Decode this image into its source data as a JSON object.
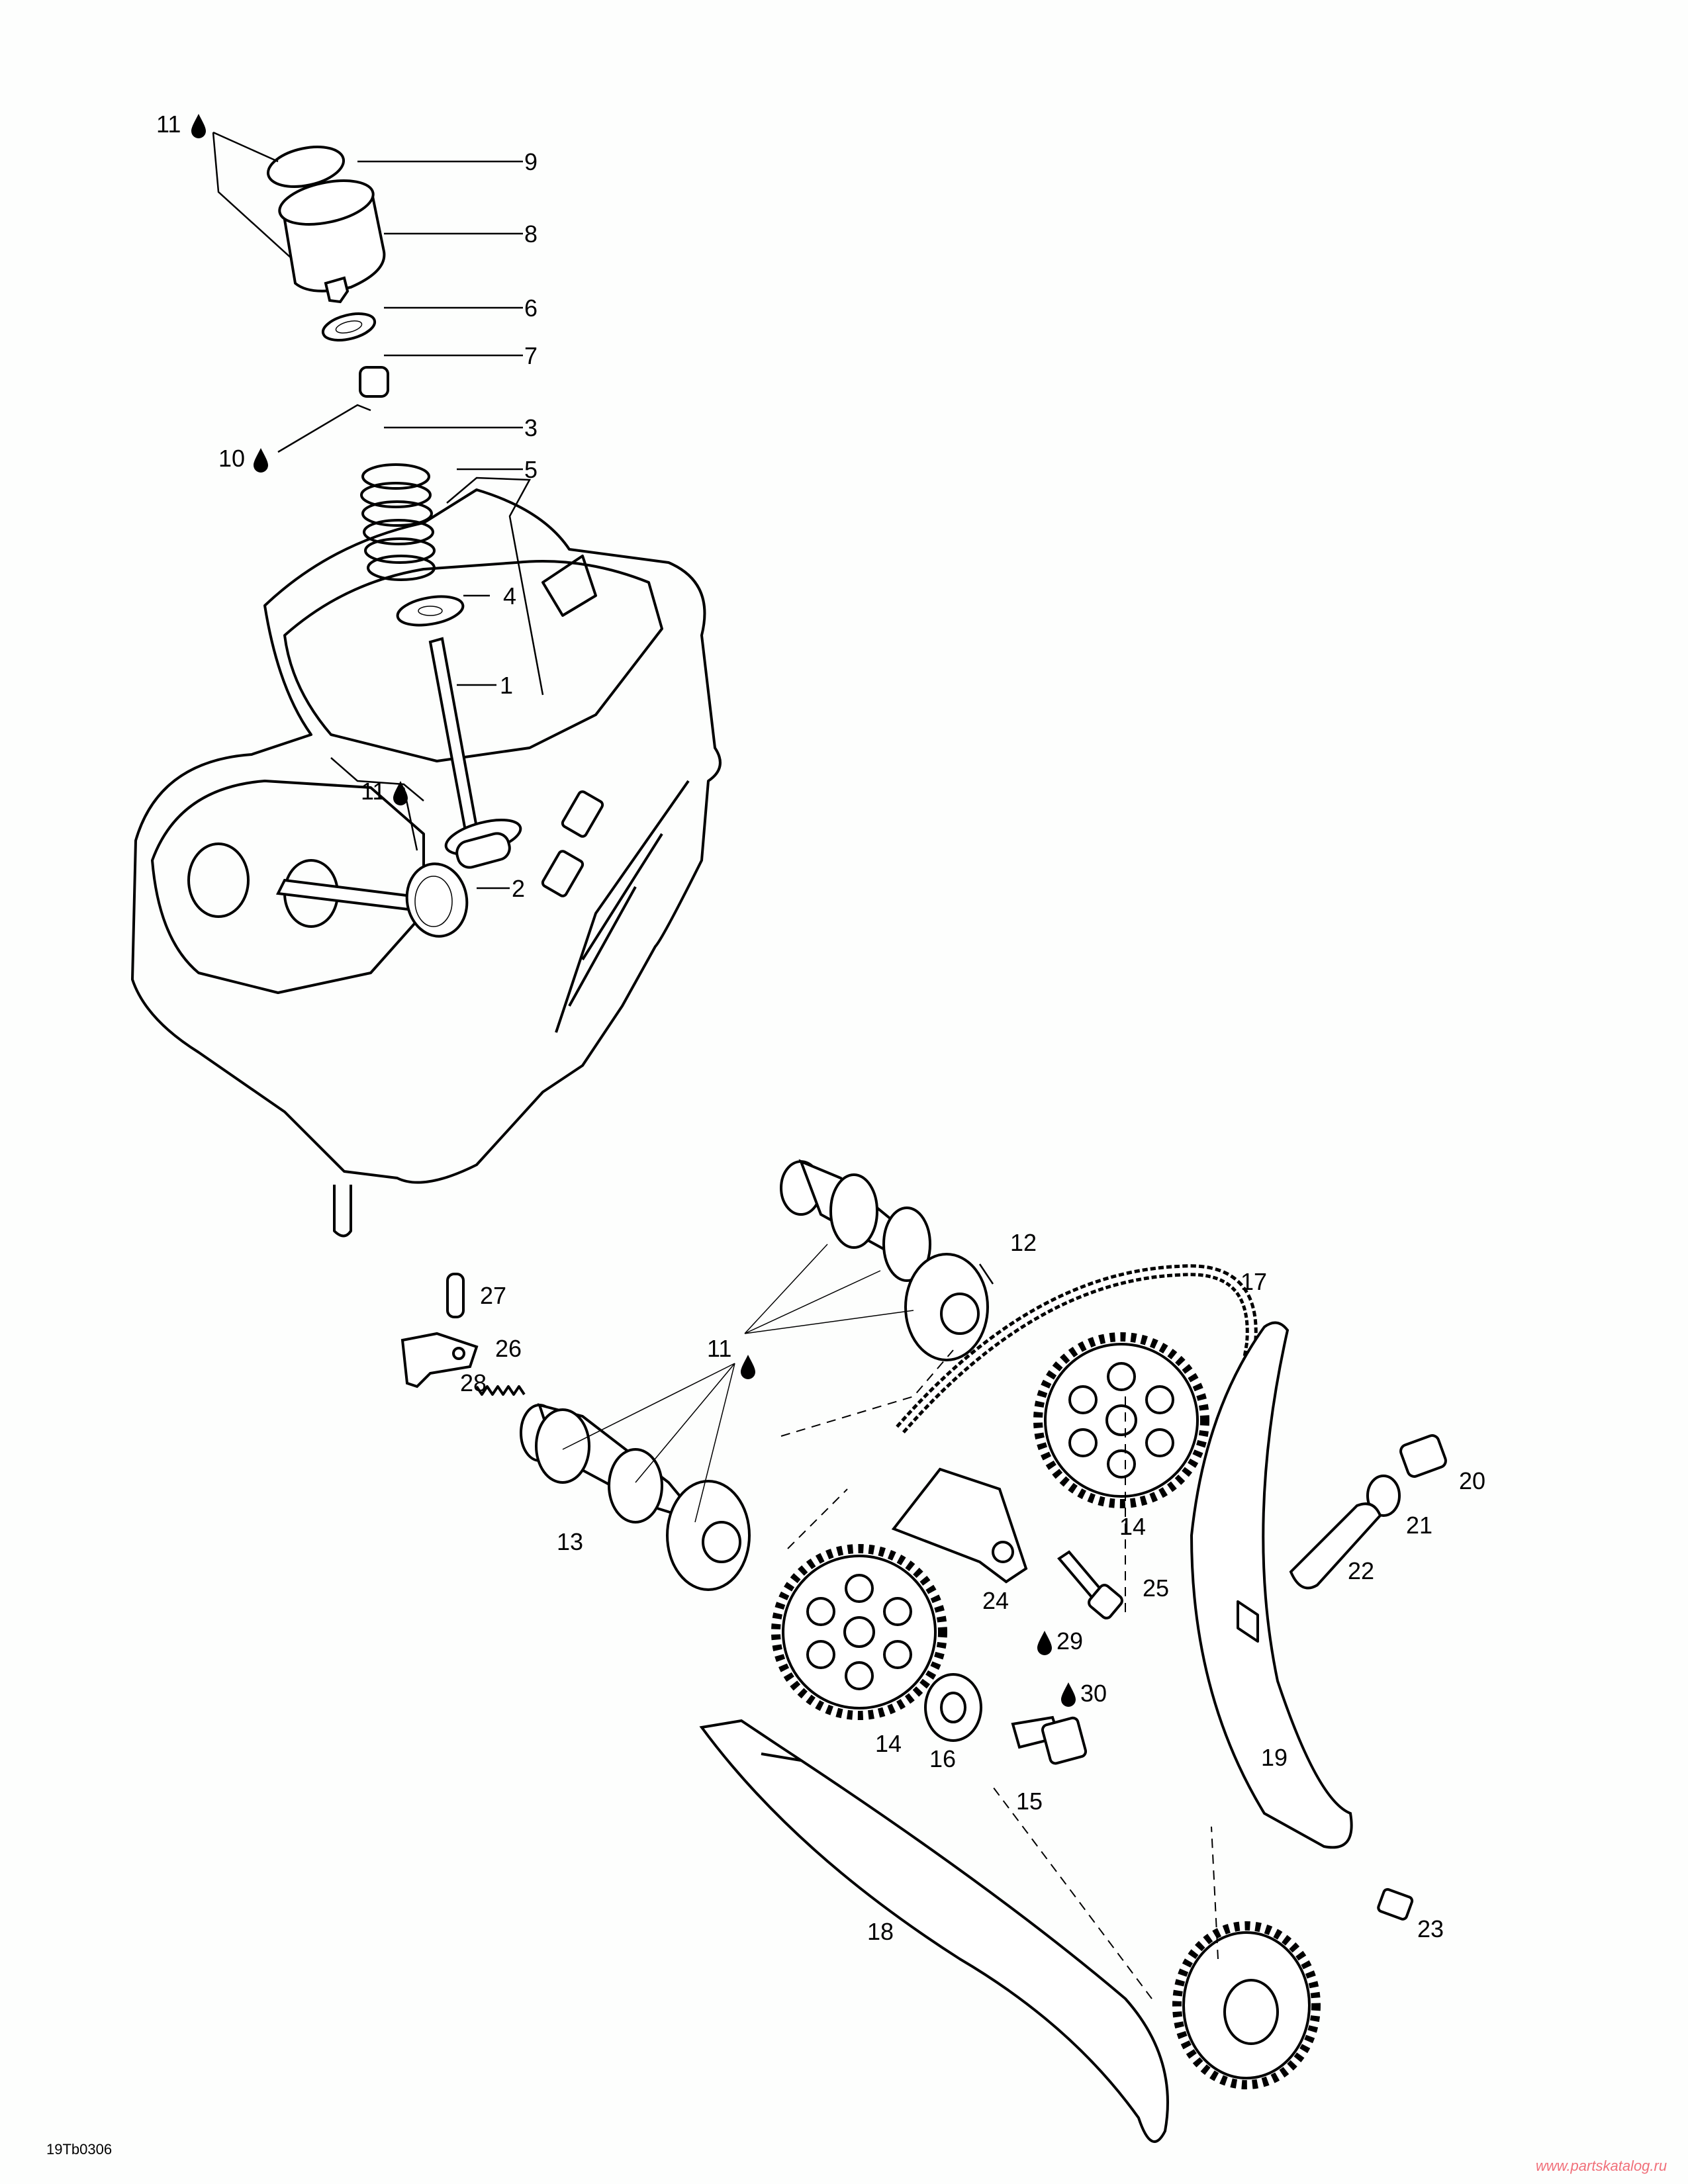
{
  "diagram": {
    "callouts": {
      "c1": "1",
      "c2": "2",
      "c3": "3",
      "c4": "4",
      "c5": "5",
      "c6": "6",
      "c7": "7",
      "c8": "8",
      "c9": "9",
      "c10": "10",
      "c11a": "11",
      "c11b": "11",
      "c11c": "11",
      "c12": "12",
      "c13": "13",
      "c14a": "14",
      "c14b": "14",
      "c15": "15",
      "c16": "16",
      "c17": "17",
      "c18": "18",
      "c19": "19",
      "c20": "20",
      "c21": "21",
      "c22": "22",
      "c23": "23",
      "c24": "24",
      "c25": "25",
      "c26": "26",
      "c27": "27",
      "c28": "28",
      "c29": "29",
      "c30": "30"
    },
    "drawing_code": "19Tb0306",
    "watermark": "www.partskatalog.ru"
  },
  "colors": {
    "line": "#000000",
    "background": "#fdfefd",
    "watermark": "#f0707a"
  }
}
